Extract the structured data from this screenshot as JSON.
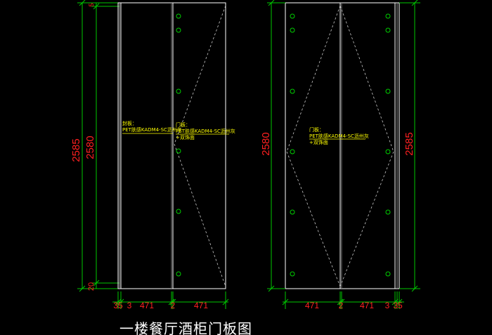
{
  "title": "一楼餐厅酒柜门板图",
  "colors": {
    "background": "#000000",
    "outline": "#ffffff",
    "dimension_line": "#00c800",
    "dimension_text": "#ff2020",
    "annotation_text": "#ffff00",
    "hinge_circle": "#00d000",
    "opening_line": "#c8c8c8"
  },
  "left_elevation": {
    "annotations": {
      "side_panel": {
        "line1": "封板：",
        "line2": "PET肤感KADM4-SC沥州灰"
      },
      "door_panel": {
        "line1": "门板：",
        "line2": "PET肤感KADM4-SC沥州灰",
        "line3": "+双饰面"
      }
    },
    "vertical_dims": {
      "overall": "2585",
      "panel": "2580",
      "top": "5",
      "bottom": "20"
    },
    "horizontal_dims": [
      "35",
      "3",
      "471",
      "2",
      "471"
    ]
  },
  "right_elevation": {
    "annotations": {
      "door_panel": {
        "line1": "门板：",
        "line2": "PET肤感KADM4-SC沥州灰",
        "line3": "+双饰面"
      }
    },
    "vertical_dims": {
      "panel": "2580",
      "overall": "2585"
    },
    "horizontal_dims": [
      "471",
      "2",
      "471",
      "3",
      "35"
    ]
  }
}
